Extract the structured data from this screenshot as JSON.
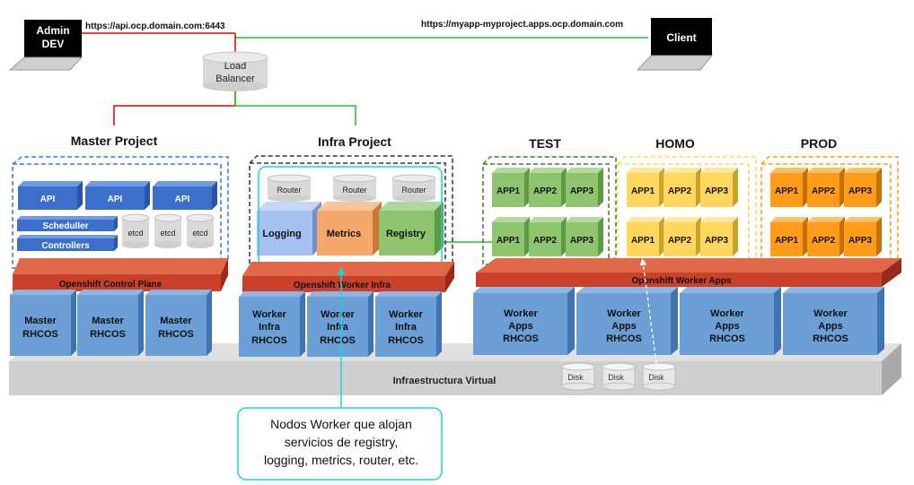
{
  "header": {
    "admin_line1": "Admin",
    "admin_line2": "DEV",
    "admin_url": "https://api.ocp.domain.com:6443",
    "client_url": "https://myapp-myproject.apps.ocp.domain.com",
    "client_label": "Client",
    "lb_line1": "Load",
    "lb_line2": "Balancer"
  },
  "projects": {
    "master": "Master Project",
    "infra": "Infra Project",
    "test": "TEST",
    "homo": "HOMO",
    "prod": "PROD"
  },
  "master": {
    "api": [
      "API",
      "API",
      "API"
    ],
    "scheduler": "Scheduller",
    "controllers": "Controllers",
    "etcd": [
      "etcd",
      "etcd",
      "etcd"
    ],
    "plane": "Openshift Control Plane",
    "nodes": [
      [
        "Master",
        "RHCOS"
      ],
      [
        "Master",
        "RHCOS"
      ],
      [
        "Master",
        "RHCOS"
      ]
    ]
  },
  "infra": {
    "routers": [
      "Router",
      "Router",
      "Router"
    ],
    "services": [
      "Logging",
      "Metrics",
      "Registry"
    ],
    "plane": "Openshift Worker Infra",
    "nodes": [
      [
        "Worker",
        "Infra",
        "RHCOS"
      ],
      [
        "Worker",
        "Infra",
        "RHCOS"
      ],
      [
        "Worker",
        "Infra",
        "RHCOS"
      ]
    ]
  },
  "apps": {
    "test": [
      "APP1",
      "APP2",
      "APP3",
      "APP1",
      "APP2",
      "APP3"
    ],
    "homo": [
      "APP1",
      "APP2",
      "APP3",
      "APP1",
      "APP2",
      "APP3"
    ],
    "prod": [
      "APP1",
      "APP2",
      "APP3",
      "APP1",
      "APP2",
      "APP3"
    ],
    "plane": "Openshift Worker Apps",
    "nodes": [
      [
        "Worker",
        "Apps",
        "RHCOS"
      ],
      [
        "Worker",
        "Apps",
        "RHCOS"
      ],
      [
        "Worker",
        "Apps",
        "RHCOS"
      ],
      [
        "Worker",
        "Apps",
        "RHCOS"
      ]
    ]
  },
  "infrastructure": {
    "label": "Infraestructura Virtual",
    "disks": [
      "Disk",
      "Disk",
      "Disk"
    ]
  },
  "callout": {
    "line1": "Nodos Worker que alojan",
    "line2": "servicios de registry,",
    "line3": "logging, metrics, router, etc."
  },
  "colors": {
    "red_link": "#e00000",
    "green_link": "#22c422",
    "cyan": "#19d3e0",
    "plane_red": "#c9412a",
    "node_blue": "#6b9fd6",
    "api_blue": "#3b6fc9",
    "test_green": "#8ec46e",
    "homo_yellow": "#ffd75e",
    "prod_orange": "#ff9c1a"
  }
}
